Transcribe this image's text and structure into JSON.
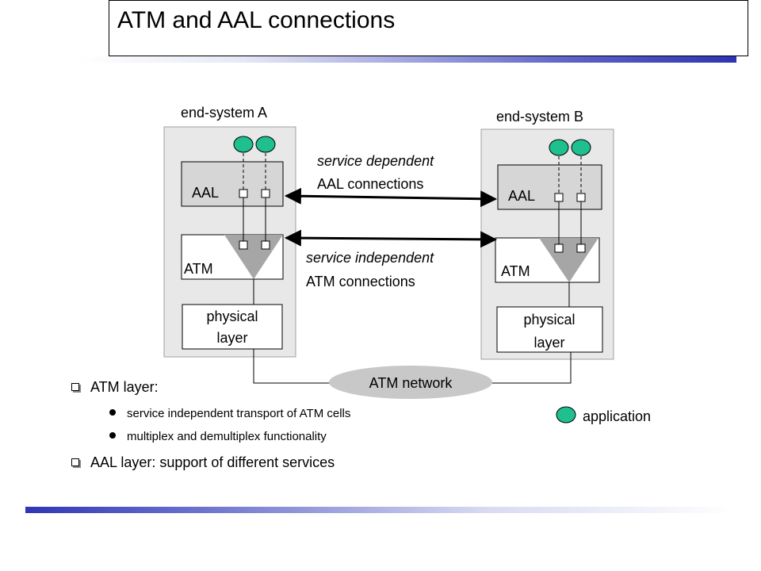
{
  "title": "ATM and AAL connections",
  "diagram": {
    "end_system_a": {
      "label": "end-system A",
      "aal_label": "AAL",
      "atm_label": "ATM",
      "physical_label_line1": "physical",
      "physical_label_line2": "layer"
    },
    "end_system_b": {
      "label": "end-system B",
      "aal_label": "AAL",
      "atm_label": "ATM",
      "physical_label_line1": "physical",
      "physical_label_line2": "layer"
    },
    "aal_connection_line1": "service dependent",
    "aal_connection_line2": "AAL connections",
    "atm_connection_line1": "service independent",
    "atm_connection_line2": "ATM connections",
    "network_label": "ATM network",
    "legend_label": "application",
    "colors": {
      "application": "#1fbf8f",
      "end_system_bg": "#e8e8e8",
      "aal_box": "#d6d6d6",
      "mux_triangle": "#a6a6a6"
    }
  },
  "bullets": {
    "atm_layer": "ATM layer:",
    "atm_item1": "service independent transport of ATM cells",
    "atm_item2": "multiplex and demultiplex functionality",
    "aal_layer": "AAL layer: support of different services"
  }
}
